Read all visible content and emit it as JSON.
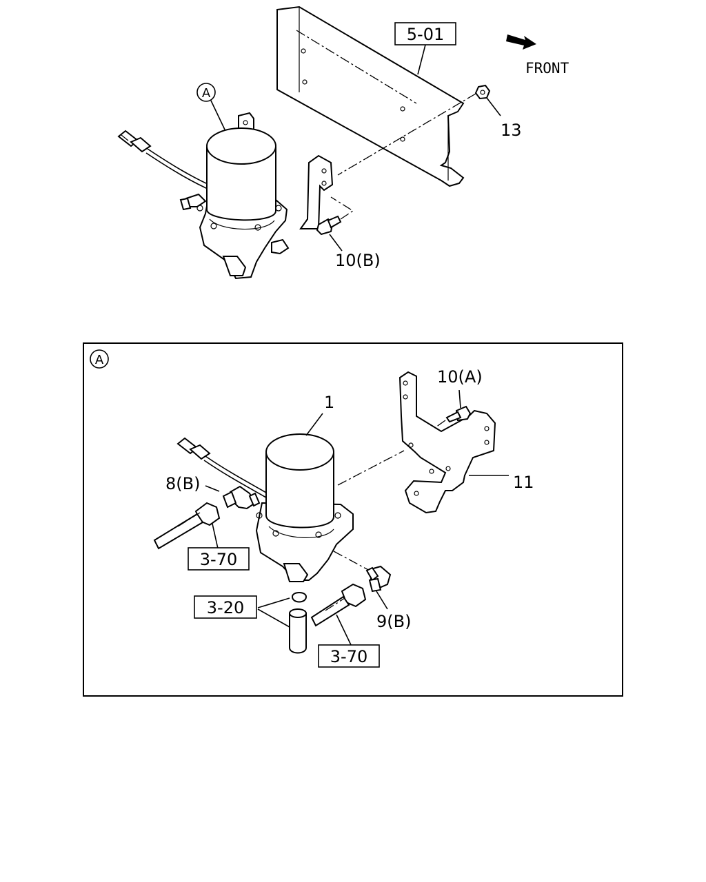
{
  "top_view": {
    "ref_5_01": "5-01",
    "front": "FRONT",
    "part_13": "13",
    "part_10b": "10(B)",
    "detail_marker": "A"
  },
  "detail_view": {
    "detail_marker": "A",
    "part_1": "1",
    "part_10a": "10(A)",
    "part_11": "11",
    "part_8b": "8(B)",
    "ref_3_70_left": "3-70",
    "ref_3_20": "3-20",
    "part_9b": "9(B)",
    "ref_3_70_bottom": "3-70"
  },
  "icons": {
    "front_arrow": "front-arrow-icon"
  }
}
